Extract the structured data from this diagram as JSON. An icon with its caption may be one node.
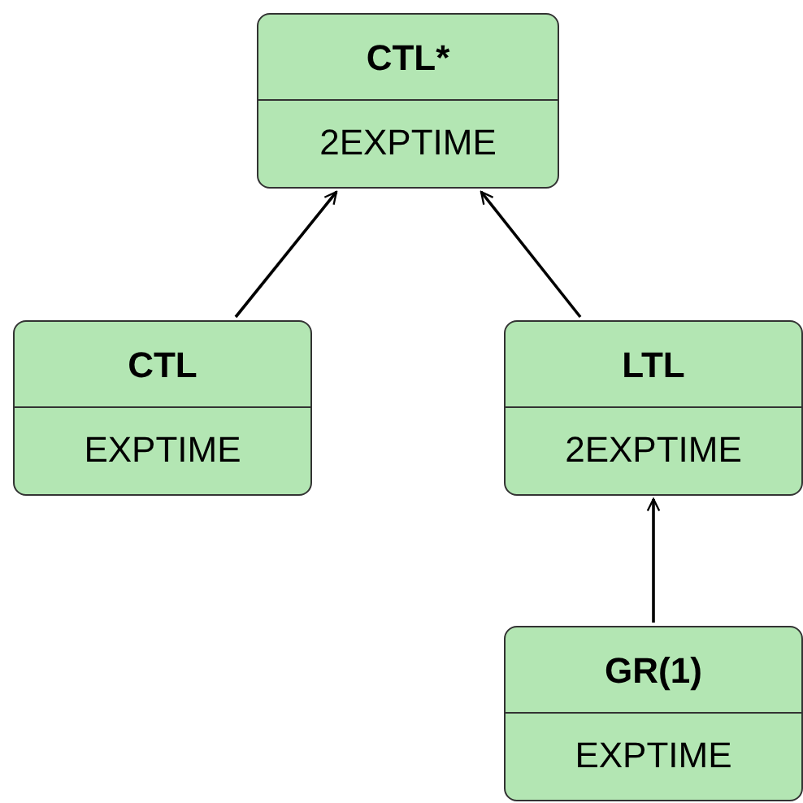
{
  "diagram": {
    "nodes": [
      {
        "text": [
          "CTL*",
          "2EXPTIME"
        ]
      },
      {
        "text": [
          "CTL",
          "EXPTIME"
        ]
      },
      {
        "text": [
          "LTL",
          "2EXPTIME"
        ]
      },
      {
        "text": [
          "GR(1)",
          "EXPTIME"
        ]
      }
    ],
    "edges": [
      {
        "from": 1,
        "to": 0,
        "arrow": "to"
      },
      {
        "from": 2,
        "to": 0,
        "arrow": "to"
      },
      {
        "from": 3,
        "to": 2,
        "arrow": "to"
      }
    ]
  }
}
